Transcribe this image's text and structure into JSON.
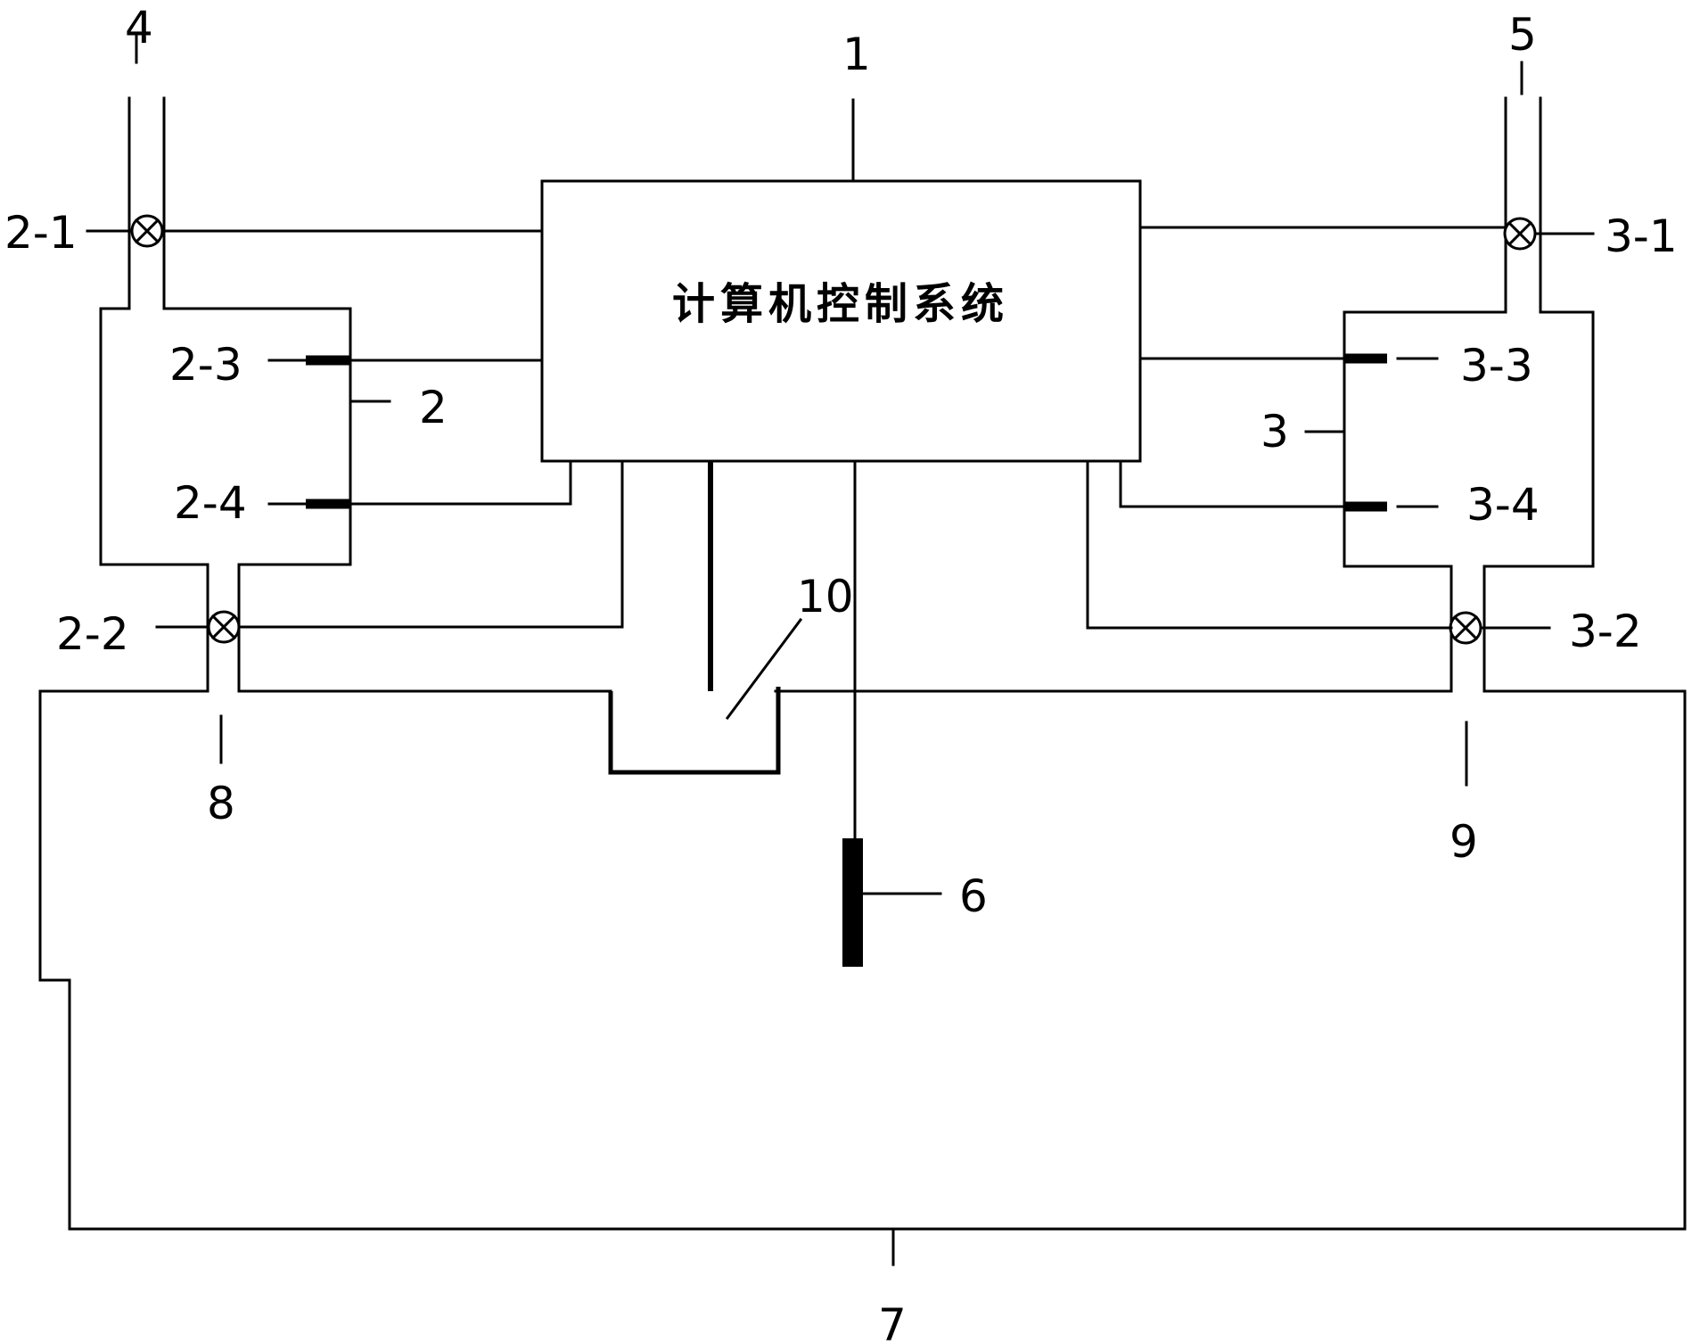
{
  "control_system": {
    "number": "1",
    "title": "计算机控制系统"
  },
  "left_tank": {
    "number": "2",
    "valve_top": "2-1",
    "valve_bottom": "2-2",
    "sensor_upper": "2-3",
    "sensor_lower": "2-4"
  },
  "right_tank": {
    "number": "3",
    "valve_top": "3-1",
    "valve_bottom": "3-2",
    "sensor_upper": "3-3",
    "sensor_lower": "3-4"
  },
  "left_inlet_pipe": "4",
  "right_inlet_pipe": "5",
  "probe": "6",
  "main_tank": "7",
  "left_outlet_pipe": "8",
  "right_outlet_pipe": "9",
  "overflow_trough": "10"
}
